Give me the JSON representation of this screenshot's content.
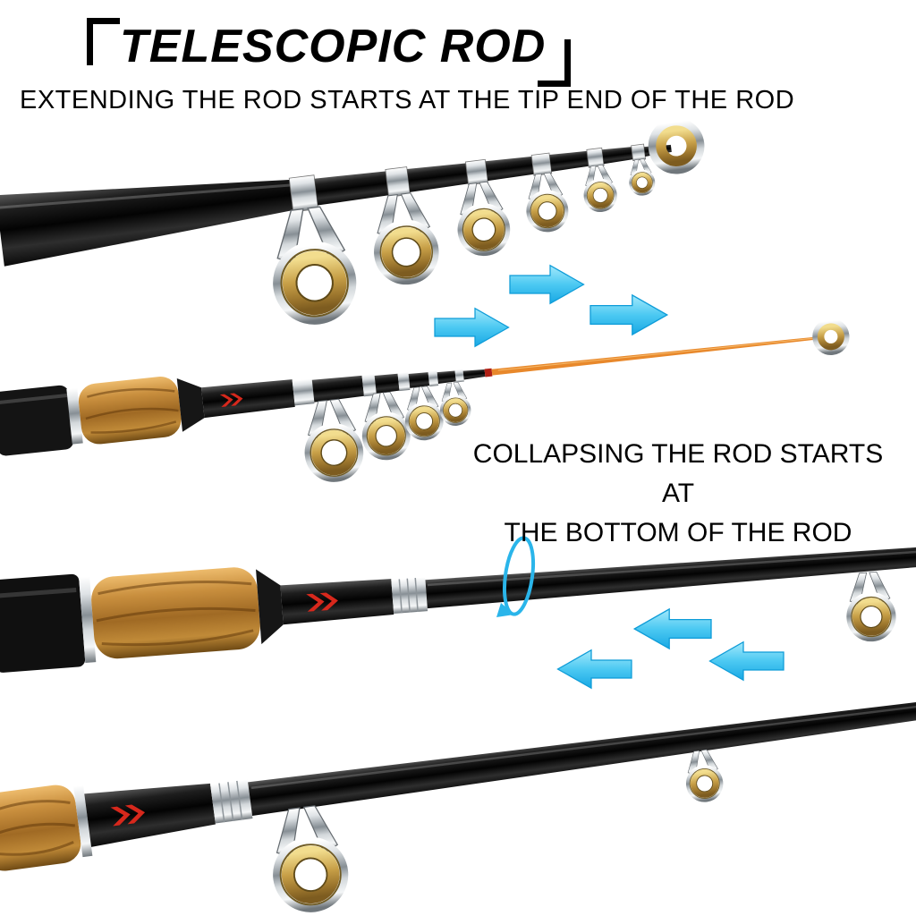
{
  "title": {
    "text": "TELESCOPIC ROD"
  },
  "captions": {
    "extend": "EXTENDING THE ROD STARTS AT THE TIP END OF THE ROD",
    "collapse_line1": "COLLAPSING THE ROD STARTS AT",
    "collapse_line2": "THE BOTTOM OF THE ROD"
  },
  "icons": {
    "bracket_left": "corner-bracket-top-left",
    "bracket_right": "corner-bracket-bottom-right",
    "extend_arrows": "right-arrow x3",
    "collapse_arrows": "left-arrow x3",
    "rotate": "twist-rotation-ellipse",
    "line_guide": "chrome-frame-gold-ring-guide"
  },
  "colors": {
    "background": "#ffffff",
    "text": "#000000",
    "arrow_blue": "#2fb9ec",
    "guide_ring_gold": "#c79f47",
    "chrome_silver": "#c9ced2",
    "wood_handle": "#b9813a",
    "rod_blank_black": "#0d0d0d",
    "tip_section_orange": "#e8882b",
    "brand_logo_red": "#d7281c"
  },
  "scene": {
    "rods": [
      {
        "name": "collapsed-rod",
        "state": "fully collapsed, guides stacked toward tip"
      },
      {
        "name": "extending-rod",
        "state": "thin orange tip section pulled out"
      },
      {
        "name": "collapsing-rod",
        "state": "twist mark shown near locking collar"
      },
      {
        "name": "bottom-rod-section",
        "state": "butt section with guides"
      }
    ],
    "extend_arrow_direction": "right",
    "collapse_arrow_direction": "left"
  }
}
